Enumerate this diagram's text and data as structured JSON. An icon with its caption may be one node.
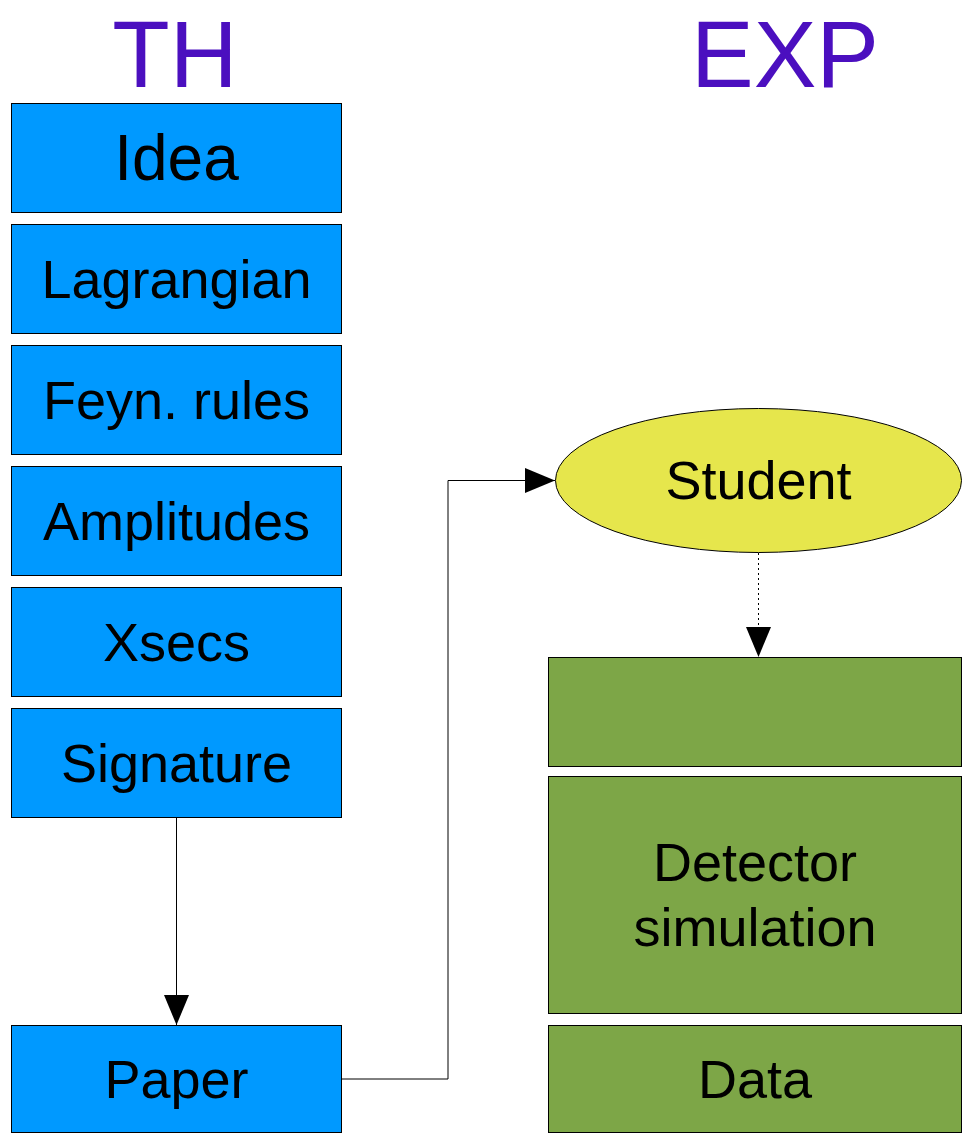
{
  "diagram": {
    "nodes": [
      {
        "text": [
          "Idea"
        ]
      },
      {
        "text": [
          "Lagrangian"
        ]
      },
      {
        "text": [
          "Feyn. rules"
        ]
      },
      {
        "text": [
          "Amplitudes"
        ]
      },
      {
        "text": [
          "Xsecs"
        ]
      },
      {
        "text": [
          "Signature"
        ]
      },
      {
        "text": [
          "Paper"
        ]
      },
      {
        "text": [
          "Student"
        ]
      },
      {
        "text": [],
        "shape": "box"
      },
      {
        "text": [
          "Detector simulation"
        ]
      },
      {
        "text": [
          "Data"
        ]
      }
    ],
    "edges": [
      {
        "from": 5,
        "to": 6,
        "arrow": "to"
      },
      {
        "from": 6,
        "to": 7,
        "arrow": "to"
      },
      {
        "from": 7,
        "to": 8,
        "arrow": "to",
        "style": "dashed"
      }
    ],
    "labels": [
      "TH",
      "EXP"
    ]
  }
}
